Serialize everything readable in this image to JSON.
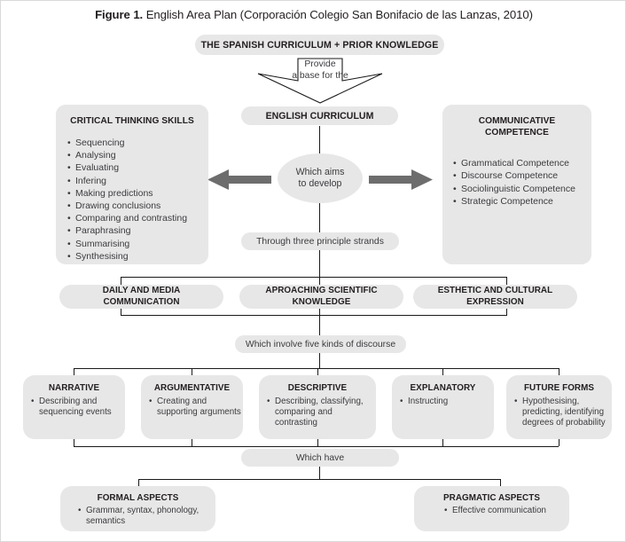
{
  "figure": {
    "title_lead": "Figure 1.",
    "title_rest": " English Area Plan (Corporación Colegio San Bonifacio de las Lanzas, 2010)"
  },
  "top": {
    "source_label": "THE SPANISH CURRICULUM + PRIOR KNOWLEDGE",
    "arrow_text_line1": "Provide",
    "arrow_text_line2": "a base for the",
    "curriculum_label": "ENGLISH CURRICULUM"
  },
  "center": {
    "aims_line1": "Which aims",
    "aims_line2": "to develop",
    "strands_connector": "Through three principle strands",
    "discourse_connector": "Which involve five kinds of discourse",
    "which_have_connector": "Which have"
  },
  "left_panel": {
    "heading": "CRITICAL THINKING SKILLS",
    "items": [
      "Sequencing",
      "Analysing",
      "Evaluating",
      "Infering",
      "Making predictions",
      "Drawing conclusions",
      "Comparing and contrasting",
      "Paraphrasing",
      "Summarising",
      "Synthesising"
    ]
  },
  "right_panel": {
    "heading_line1": "COMMUNICATIVE",
    "heading_line2": "COMPETENCE",
    "items": [
      "Grammatical Competence",
      "Discourse Competence",
      "Sociolinguistic Competence",
      "Strategic Competence"
    ]
  },
  "strands": [
    {
      "line1": "DAILY AND MEDIA",
      "line2": "COMMUNICATION"
    },
    {
      "line1": "APROACHING SCIENTIFIC",
      "line2": "KNOWLEDGE"
    },
    {
      "line1": "ESTHETIC AND CULTURAL",
      "line2": "EXPRESSION"
    }
  ],
  "discourse_types": [
    {
      "heading": "NARRATIVE",
      "items": [
        "Describing and sequencing events"
      ]
    },
    {
      "heading": "ARGUMENTATIVE",
      "items": [
        "Creating and supporting arguments"
      ]
    },
    {
      "heading": "DESCRIPTIVE",
      "items": [
        "Describing, classifying, comparing and contrasting"
      ]
    },
    {
      "heading": "EXPLANATORY",
      "items": [
        "Instructing"
      ]
    },
    {
      "heading": "FUTURE FORMS",
      "items": [
        "Hypothesising, predicting, identifying degrees of probability"
      ]
    }
  ],
  "aspects": [
    {
      "heading": "FORMAL ASPECTS",
      "items": [
        "Grammar, syntax, phonology, semantics"
      ]
    },
    {
      "heading": "PRAGMATIC ASPECTS",
      "items": [
        "Effective communication"
      ]
    }
  ],
  "colors": {
    "shape_fill": "#e7e7e7",
    "line": "#1a1a1a",
    "arrow_grey": "#6d6d6d",
    "text": "#231f20",
    "body_text": "#3b3b3f"
  }
}
